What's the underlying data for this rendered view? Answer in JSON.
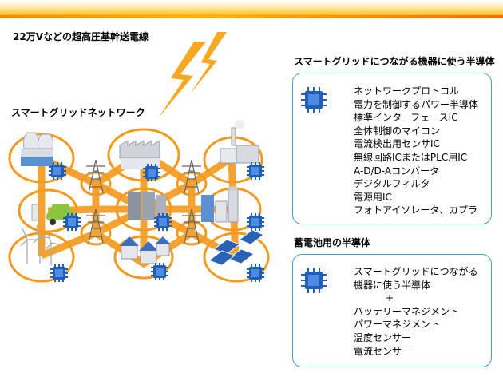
{
  "title_backbone": "22万Vなどの超高圧基幹送電線",
  "title_network": "スマートグリッドネットワーク",
  "section1": {
    "heading": "スマートグリッドにつながる機器に使う半導体",
    "items": [
      "ネットワークプロトコル",
      "電力を制御するパワー半導体",
      "標準インターフェースIC",
      "全体制御のマイコン",
      "電流検出用センサIC",
      "無線回路ICまたはPLC用IC",
      "A-D/D-Aコンバータ",
      "デジタルフィルタ",
      "電源用IC",
      "フォトアイソレータ、カプラ"
    ]
  },
  "section2": {
    "heading": "蓄電池用の半導体",
    "items": [
      "スマートグリッドにつながる",
      "機器に使う半導体",
      "+",
      "バッテリーマネジメント",
      "パワーマネジメント",
      "温度センサー",
      "電流センサー"
    ]
  },
  "colors": {
    "orange": "#f39a1e",
    "lightning": "#f7a823",
    "box_border": "#4a9bd6",
    "chip_blue": "#1f5fb8"
  }
}
